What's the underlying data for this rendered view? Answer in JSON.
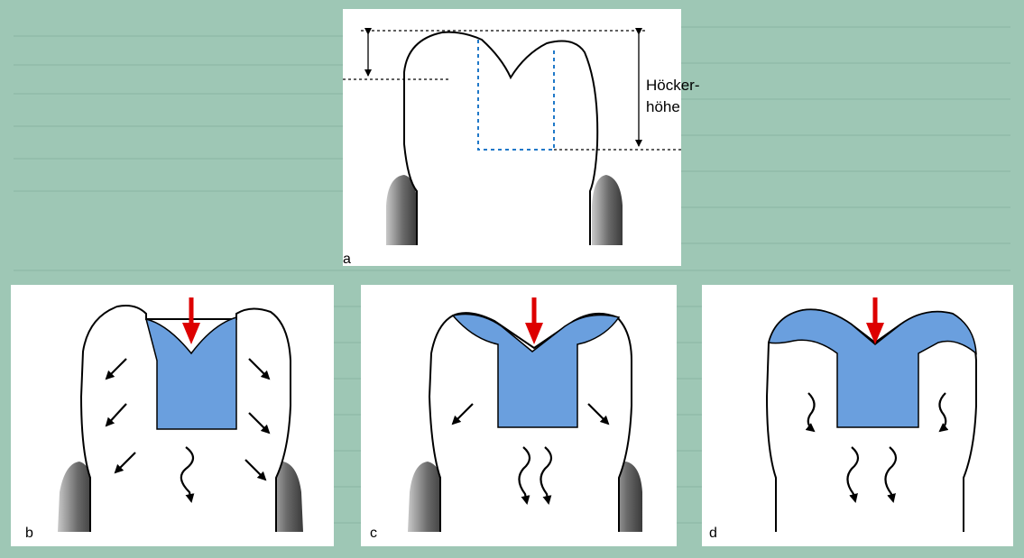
{
  "colors": {
    "background": "#9ec7b5",
    "panel_bg": "#a7ccbb",
    "tooth_fill": "#ffffff",
    "tooth_outline": "#000000",
    "filling": "#6a9fde",
    "load_arrow": "#dd0000",
    "dashed_line": "#1f78c8",
    "gingiva_dark": "#555555",
    "gingiva_light": "#c8c8c8"
  },
  "panels": [
    {
      "id": "a",
      "label": "a"
    },
    {
      "id": "b",
      "label": "b"
    },
    {
      "id": "c",
      "label": "c"
    },
    {
      "id": "d",
      "label": "d"
    }
  ],
  "annotation": {
    "line1": "Höcker-",
    "line2": "höhe"
  },
  "icons": {
    "load_arrow": "red-down-arrow-icon",
    "stress_arrow": "black-stress-arrow-icon"
  }
}
